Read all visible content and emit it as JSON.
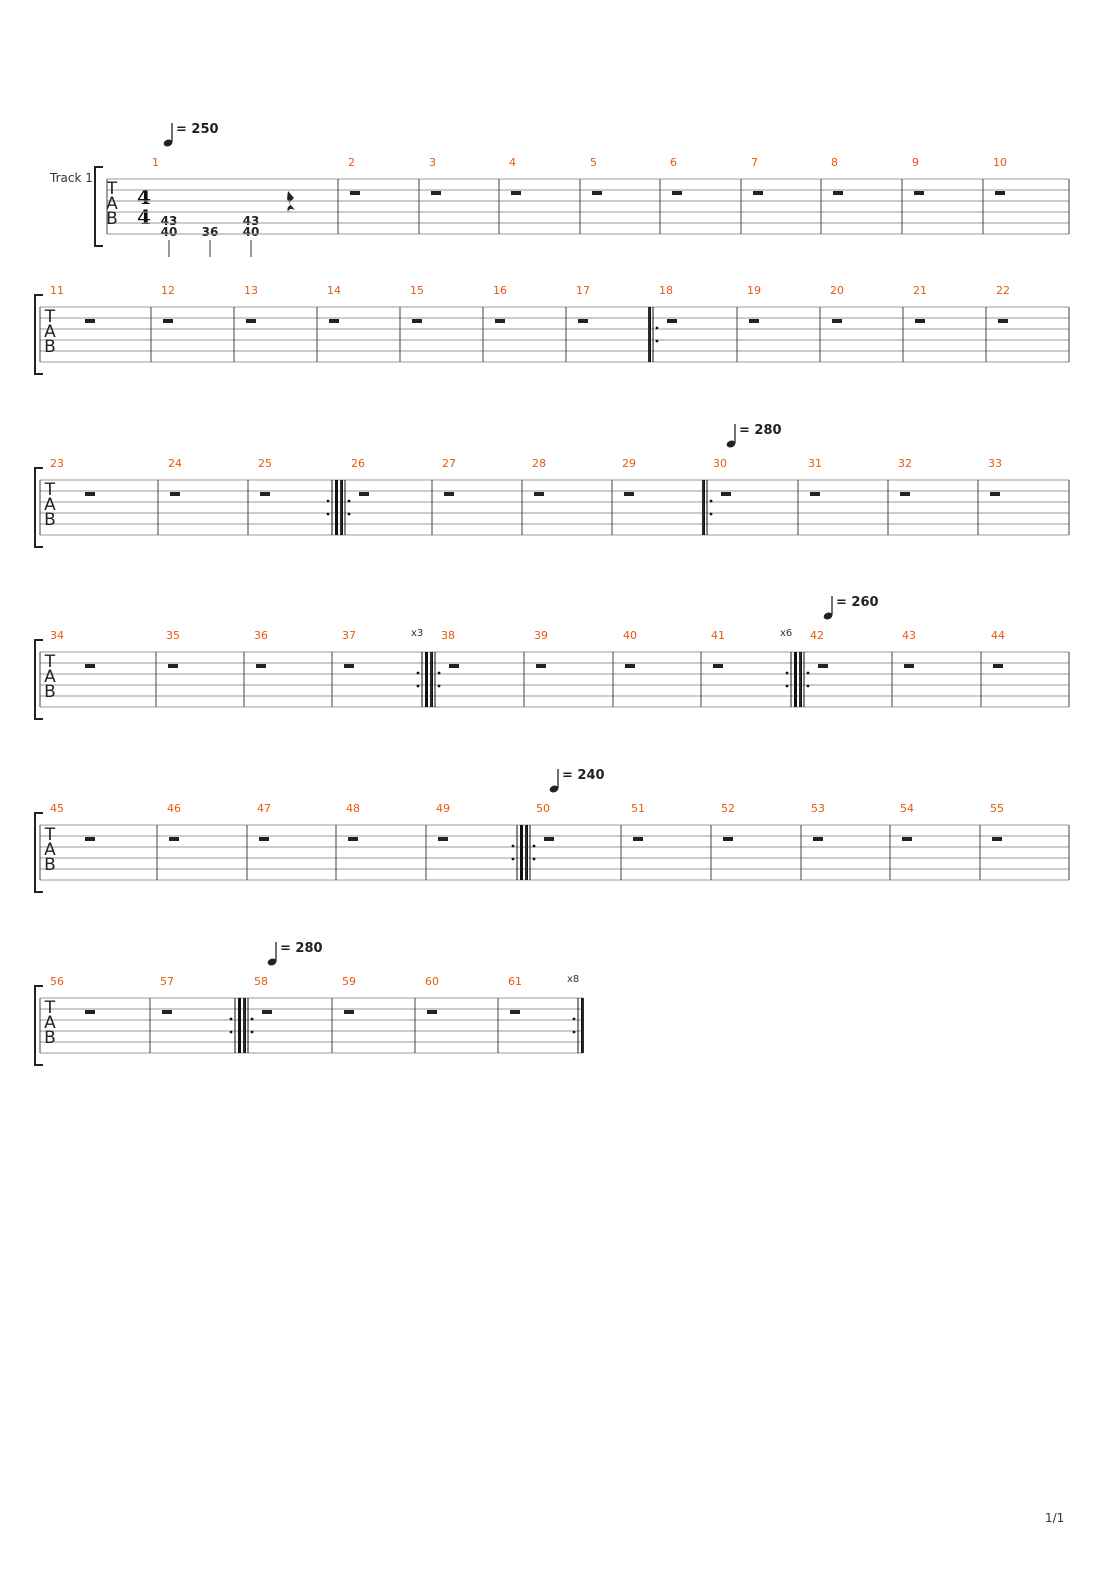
{
  "track_name": "Track 1",
  "tab_letters": [
    "T",
    "A",
    "B"
  ],
  "time_signature": {
    "numerator": "4",
    "denominator": "4"
  },
  "first_measure_notes": [
    {
      "frets": [
        "43",
        "40"
      ]
    },
    {
      "frets": [
        "36"
      ]
    },
    {
      "frets": [
        "43",
        "40"
      ]
    }
  ],
  "tempo_markings": [
    {
      "label": "= 250",
      "measure": 1
    },
    {
      "label": "= 280",
      "measure": 30
    },
    {
      "label": "= 260",
      "measure": 42
    },
    {
      "label": "= 240",
      "measure": 50
    },
    {
      "label": "= 280",
      "measure": 58
    }
  ],
  "repeats": {
    "starts": [
      18,
      26,
      30,
      38,
      42,
      50,
      58
    ],
    "ends": [
      {
        "after_measure": 25,
        "count_label": ""
      },
      {
        "after_measure": 37,
        "count_label": "x3"
      },
      {
        "after_measure": 41,
        "count_label": "x6"
      },
      {
        "after_measure": 49,
        "count_label": ""
      },
      {
        "after_measure": 57,
        "count_label": ""
      },
      {
        "after_measure": 61,
        "count_label": "x8"
      }
    ]
  },
  "systems": [
    {
      "measures": [
        "1",
        "2",
        "3",
        "4",
        "5",
        "6",
        "7",
        "8",
        "9",
        "10"
      ]
    },
    {
      "measures": [
        "11",
        "12",
        "13",
        "14",
        "15",
        "16",
        "17",
        "18",
        "19",
        "20",
        "21",
        "22"
      ]
    },
    {
      "measures": [
        "23",
        "24",
        "25",
        "26",
        "27",
        "28",
        "29",
        "30",
        "31",
        "32",
        "33"
      ]
    },
    {
      "measures": [
        "34",
        "35",
        "36",
        "37",
        "38",
        "39",
        "40",
        "41",
        "42",
        "43",
        "44"
      ]
    },
    {
      "measures": [
        "45",
        "46",
        "47",
        "48",
        "49",
        "50",
        "51",
        "52",
        "53",
        "54",
        "55"
      ]
    },
    {
      "measures": [
        "56",
        "57",
        "58",
        "59",
        "60",
        "61"
      ]
    }
  ],
  "page_number": "1/1"
}
